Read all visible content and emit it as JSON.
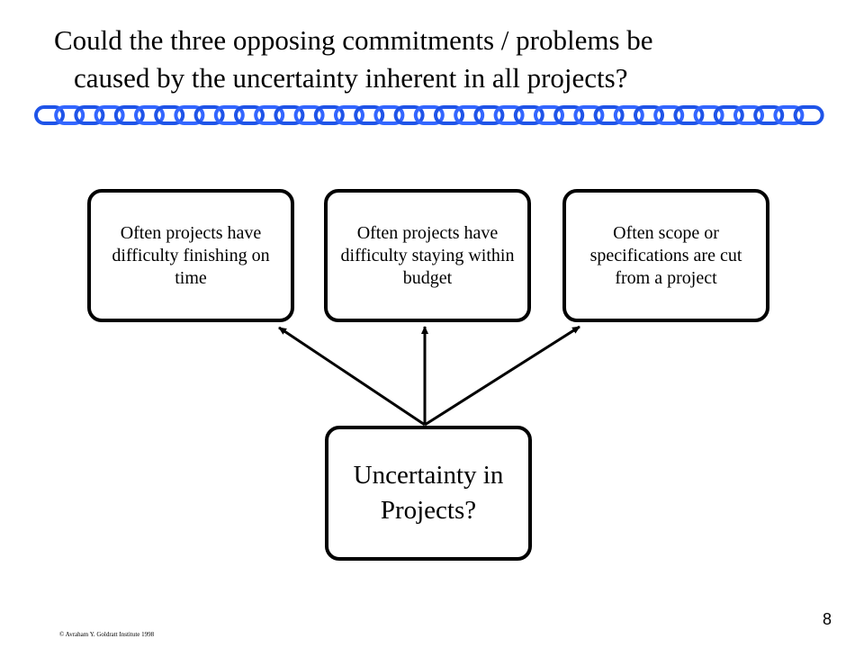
{
  "title": {
    "line1": "Could the three opposing commitments / problems  be",
    "line2": "caused by the uncertainty inherent in all projects?"
  },
  "decoration": {
    "chain_icon": "chain-divider",
    "chain_color": "#1F54E8",
    "chain_fill": "#3366FF"
  },
  "diagram": {
    "effects": [
      {
        "id": "time",
        "text": "Often projects have difficulty finishing on time"
      },
      {
        "id": "budget",
        "text": "Often projects have difficulty staying within budget"
      },
      {
        "id": "scope",
        "text": "Often scope or specifications are cut from a project"
      }
    ],
    "cause": {
      "text": "Uncertainty in Projects?"
    }
  },
  "footer": {
    "page_number": "8",
    "copyright": "© Avraham Y. Goldratt Institute 1998"
  }
}
